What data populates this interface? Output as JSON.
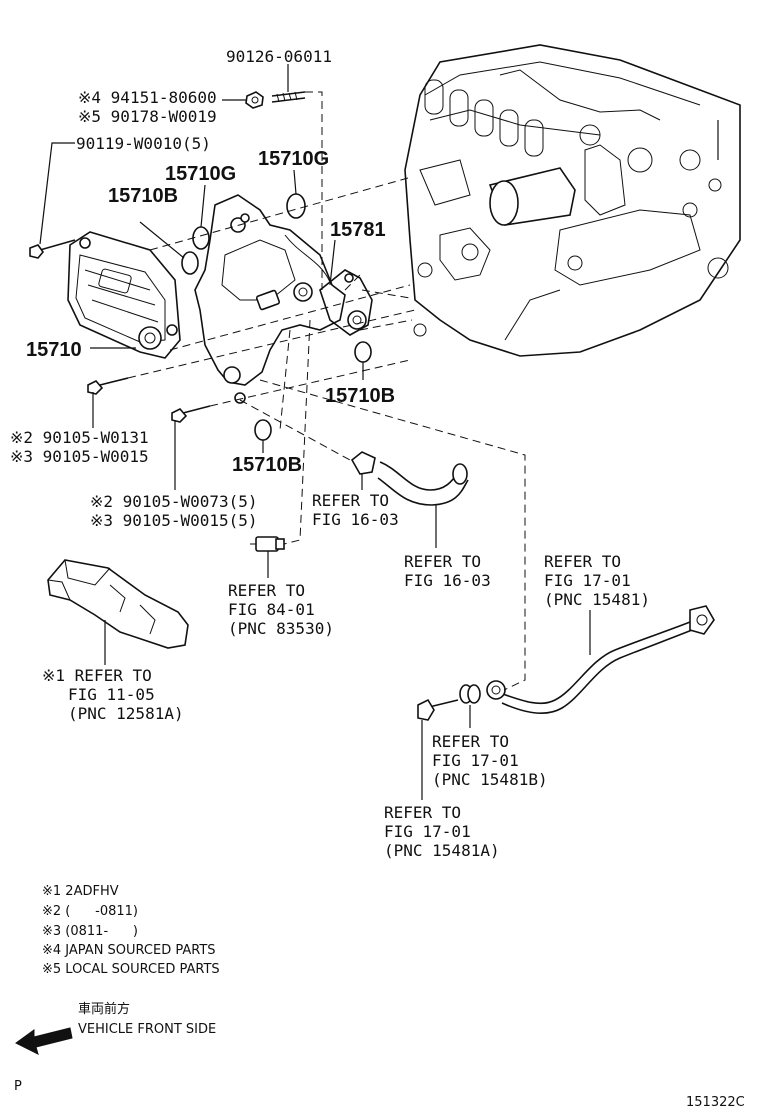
{
  "labels": {
    "p_90126": "90126-06011",
    "p_94151": "※4 94151-80600",
    "p_90178": "※5 90178-W0019",
    "p_90119": "90119-W0010(5)",
    "l_15710g_a": "15710G",
    "l_15710g_b": "15710G",
    "l_15710b_a": "15710B",
    "l_15781": "15781",
    "l_15710": "15710",
    "l_15710b_b": "15710B",
    "l_15710b_c": "15710B",
    "p_90105_w0131": "※2 90105-W0131",
    "p_90105_w0015_a": "※3 90105-W0015",
    "p_90105_w0073": "※2 90105-W0073(5)",
    "p_90105_w0015_b": "※3 90105-W0015(5)"
  },
  "refs": {
    "fig16_03a": [
      "REFER TO",
      "FIG 16-03"
    ],
    "fig16_03b": [
      "REFER TO",
      "FIG 16-03"
    ],
    "fig84_01": [
      "REFER TO",
      "FIG 84-01",
      "(PNC 83530)"
    ],
    "fig11_05": [
      "※1 REFER TO",
      "FIG 11-05",
      "(PNC 12581A)"
    ],
    "fig17_01": [
      "REFER TO",
      "FIG 17-01",
      "(PNC 15481)"
    ],
    "fig17_01b": [
      "REFER TO",
      "FIG 17-01",
      "(PNC 15481B)"
    ],
    "fig17_01a": [
      "REFER TO",
      "FIG 17-01",
      "(PNC 15481A)"
    ]
  },
  "notes": [
    "※1 2ADFHV",
    "※2 (      -0811)",
    "※3 (0811-      )",
    "※4 JAPAN SOURCED PARTS",
    "※5 LOCAL SOURCED PARTS"
  ],
  "direction": {
    "jp": "車両前方",
    "en": "VEHICLE FRONT SIDE",
    "icon": "arrow-left-icon"
  },
  "corner_left": "P",
  "figure_code": "151322C"
}
